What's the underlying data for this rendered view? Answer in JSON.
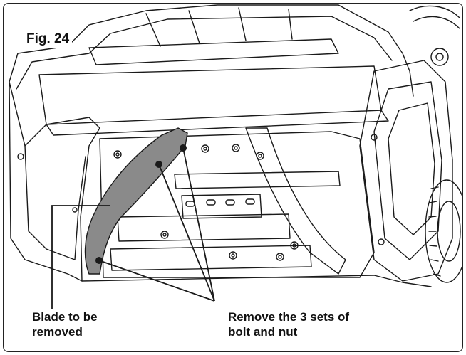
{
  "figure": {
    "label": "Fig. 24"
  },
  "callouts": {
    "blade": {
      "line1": "Blade to be",
      "line2": "removed"
    },
    "bolts": {
      "line1": "Remove the 3 sets of",
      "line2": "bolt and nut"
    }
  },
  "colors": {
    "blade_fill": "#8a8a8a",
    "line": "#1a1a1a",
    "background": "#ffffff"
  }
}
